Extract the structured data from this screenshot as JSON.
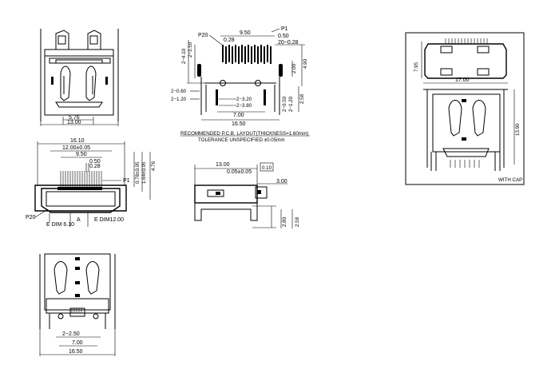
{
  "front_view": {
    "dim_pitch": "5.76",
    "dim_width": "13.00"
  },
  "top_view": {
    "dim_overall": "16.10",
    "dim_12": "12.00±0.05",
    "dim_950": "9.50",
    "dim_050": "0.50",
    "dim_028": "0.28",
    "pin_p1": "P1",
    "pin_p20": "P20",
    "dim_078": "0.78±0.05",
    "dim_164": "1.64±0.05",
    "dim_476": "4.76",
    "dim_e610": "E DIM 6.10",
    "label_a": "A",
    "dim_e1200": "E DIM12.00"
  },
  "pcb_layout": {
    "pin_p20": "P20",
    "pin_p1": "P1",
    "dim_950": "9.50",
    "dim_028": "0.28",
    "dim_050": "0.50",
    "dim_20x028": "20−0.28",
    "dim_2x410": "2−4.10",
    "dim_2x350": "2−3.50",
    "dim_490": "4.90",
    "dim_200": "2.00",
    "dim_2x060": "2−0.60",
    "dim_2x120": "2−1.20",
    "dim_258": "2.58",
    "dim_2x050": "2−0.50",
    "dim_2x120b": "2−1.20",
    "dim_2x320": "2−3.20",
    "dim_2x380": "2−3.80",
    "dim_700": "7.00",
    "dim_1650": "16.50",
    "note_1": "RECOMMENDED P.C.B. LAYOUT(THICKNESS=1.60mm)",
    "note_2": "TOLERANCE UNSPECIFIED ±0.05mm"
  },
  "side_view": {
    "dim_1300": "13.00",
    "dim_005": "0.05±0.05",
    "flatness": "0.10",
    "dim_300": "3.00",
    "dim_280": "2.80",
    "dim_258": "2.58"
  },
  "cap_view": {
    "dim_795": "7.95",
    "dim_1700": "17.00",
    "dim_1390": "13.90",
    "label": "WITH CAP"
  },
  "bottom_view": {
    "dim_2x250": "2−2.50",
    "dim_700": "7.00",
    "dim_1650": "16.50"
  }
}
